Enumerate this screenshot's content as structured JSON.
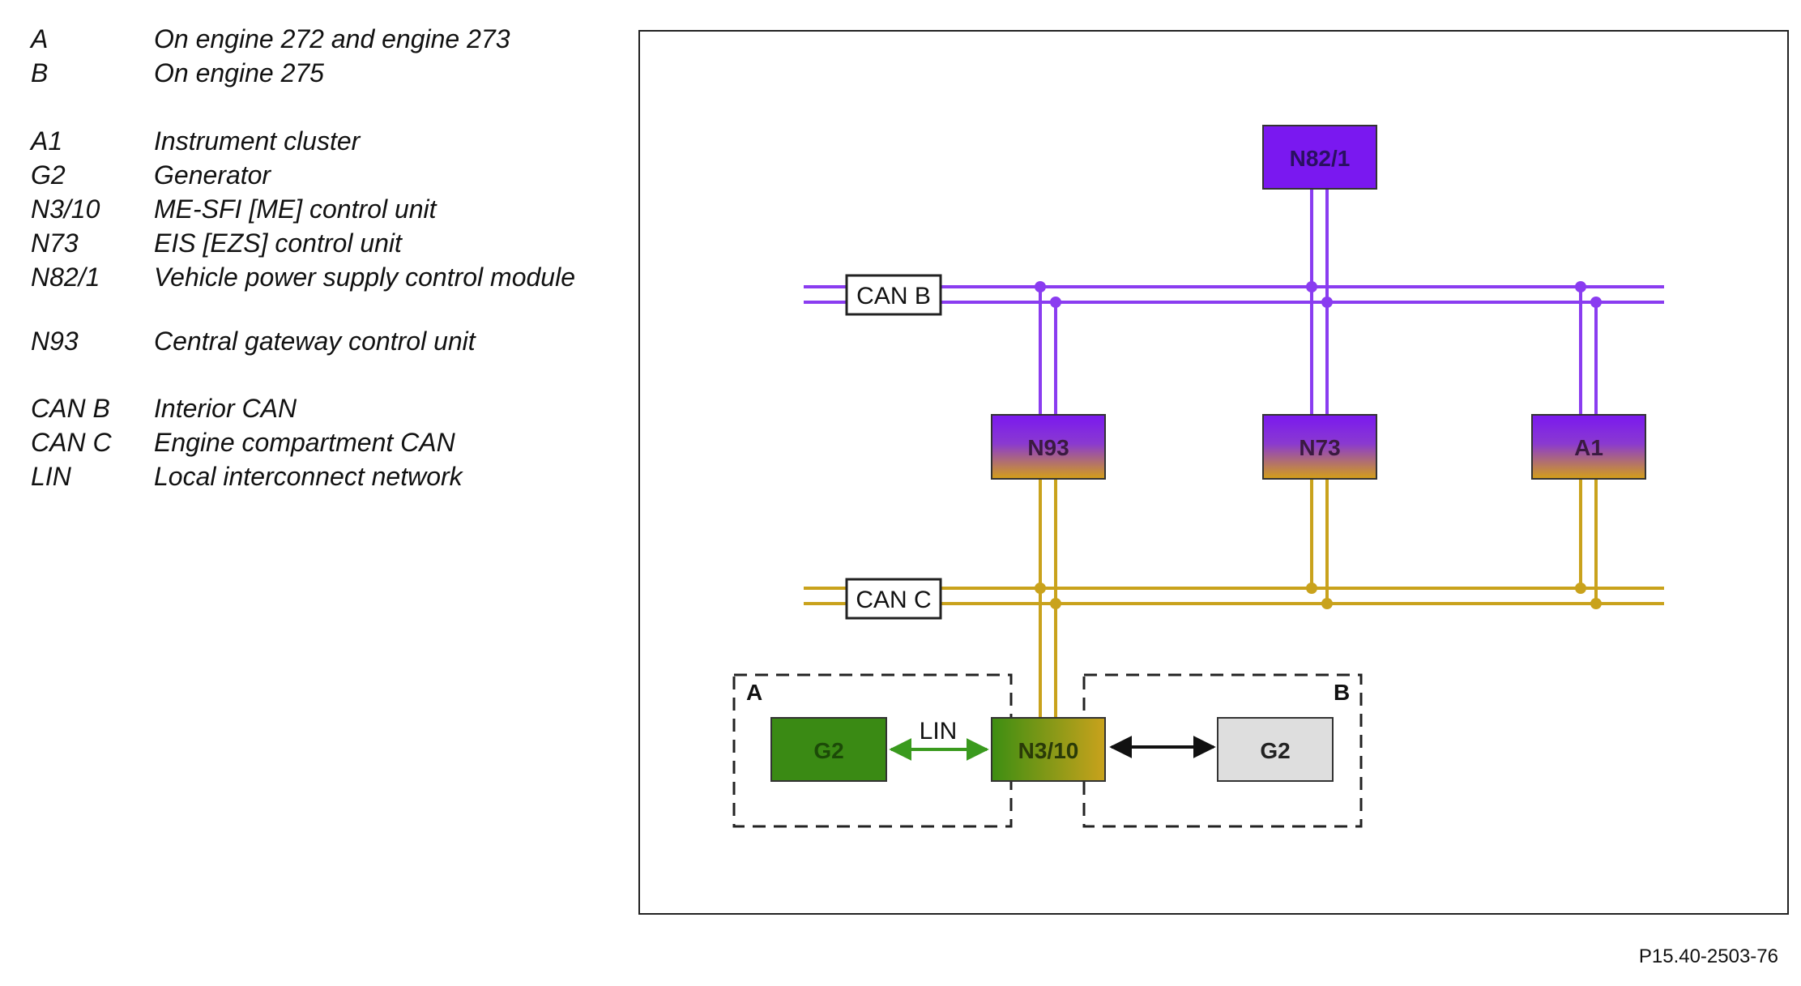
{
  "legend": {
    "variants": [
      {
        "code": "A",
        "desc": "On engine 272 and engine 273"
      },
      {
        "code": "B",
        "desc": "On engine 275"
      }
    ],
    "components": [
      {
        "code": "A1",
        "desc": "Instrument cluster"
      },
      {
        "code": "G2",
        "desc": "Generator"
      },
      {
        "code": "N3/10",
        "desc": "ME-SFI [ME] control unit"
      },
      {
        "code": "N73",
        "desc": "EIS [EZS] control unit"
      },
      {
        "code": "N82/1",
        "desc": "Vehicle power supply control module"
      },
      {
        "code": "N93",
        "desc": "Central gateway control unit"
      }
    ],
    "networks": [
      {
        "code": "CAN B",
        "desc": "Interior CAN"
      },
      {
        "code": "CAN C",
        "desc": "Engine compartment CAN"
      },
      {
        "code": "LIN",
        "desc": "Local interconnect network"
      }
    ]
  },
  "diagram": {
    "buses": {
      "can_b": "CAN B",
      "can_c": "CAN C",
      "lin": "LIN"
    },
    "units": {
      "n82_1": "N82/1",
      "n93": "N93",
      "n73": "N73",
      "a1": "A1",
      "n3_10": "N3/10",
      "g2_a": "G2",
      "g2_b": "G2"
    },
    "variant_boxes": {
      "a": "A",
      "b": "B"
    },
    "colors": {
      "can_b": "#8a3cf0",
      "can_c": "#c9a21c",
      "lin": "#3a9a1e",
      "unit_purple": "#7a18f0",
      "unit_orange": "#c8901c",
      "unit_green": "#3a8a14",
      "unit_gray": "#dedede"
    }
  },
  "figure_id": "P15.40-2503-76"
}
